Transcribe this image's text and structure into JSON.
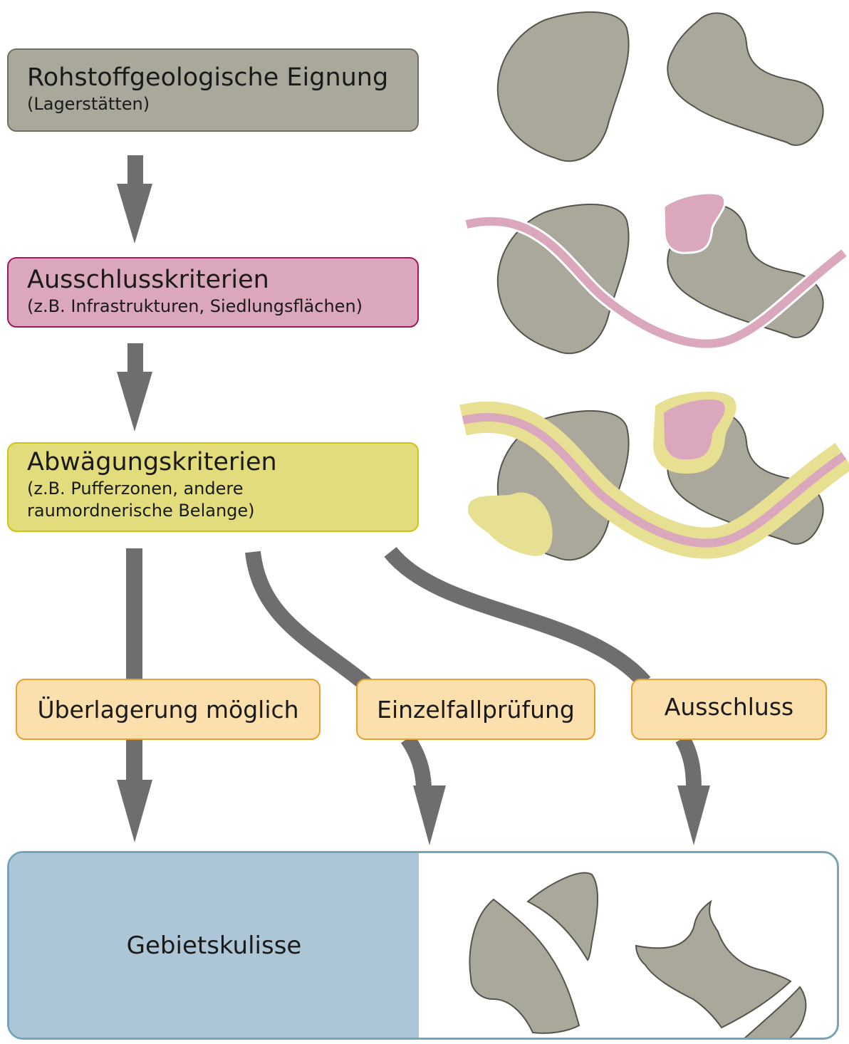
{
  "steps": {
    "rohstoff": {
      "title": "Rohstoffgeologische  Eignung",
      "note": "(Lagerstätten)"
    },
    "ausschluss": {
      "title": "Ausschlusskriterien",
      "note": "(z.B. Infrastrukturen, Siedlungsflächen)"
    },
    "abwaegung": {
      "title": "Abwägungskriterien",
      "note_line1": "(z.B. Pufferzonen, andere",
      "note_line2": "raumordnerische Belange)"
    }
  },
  "outcomes": [
    "Überlagerung möglich",
    "Einzelfallprüfung",
    "Ausschluss"
  ],
  "result": {
    "label": "Gebietskulisse"
  },
  "colors": {
    "deposit": "#a9a89a",
    "exclusion": "#dba7bd",
    "weighing": "#e2dc7c",
    "outcome": "#fbdfac",
    "result": "#acc5d7",
    "arrow": "#6e6e6e"
  }
}
